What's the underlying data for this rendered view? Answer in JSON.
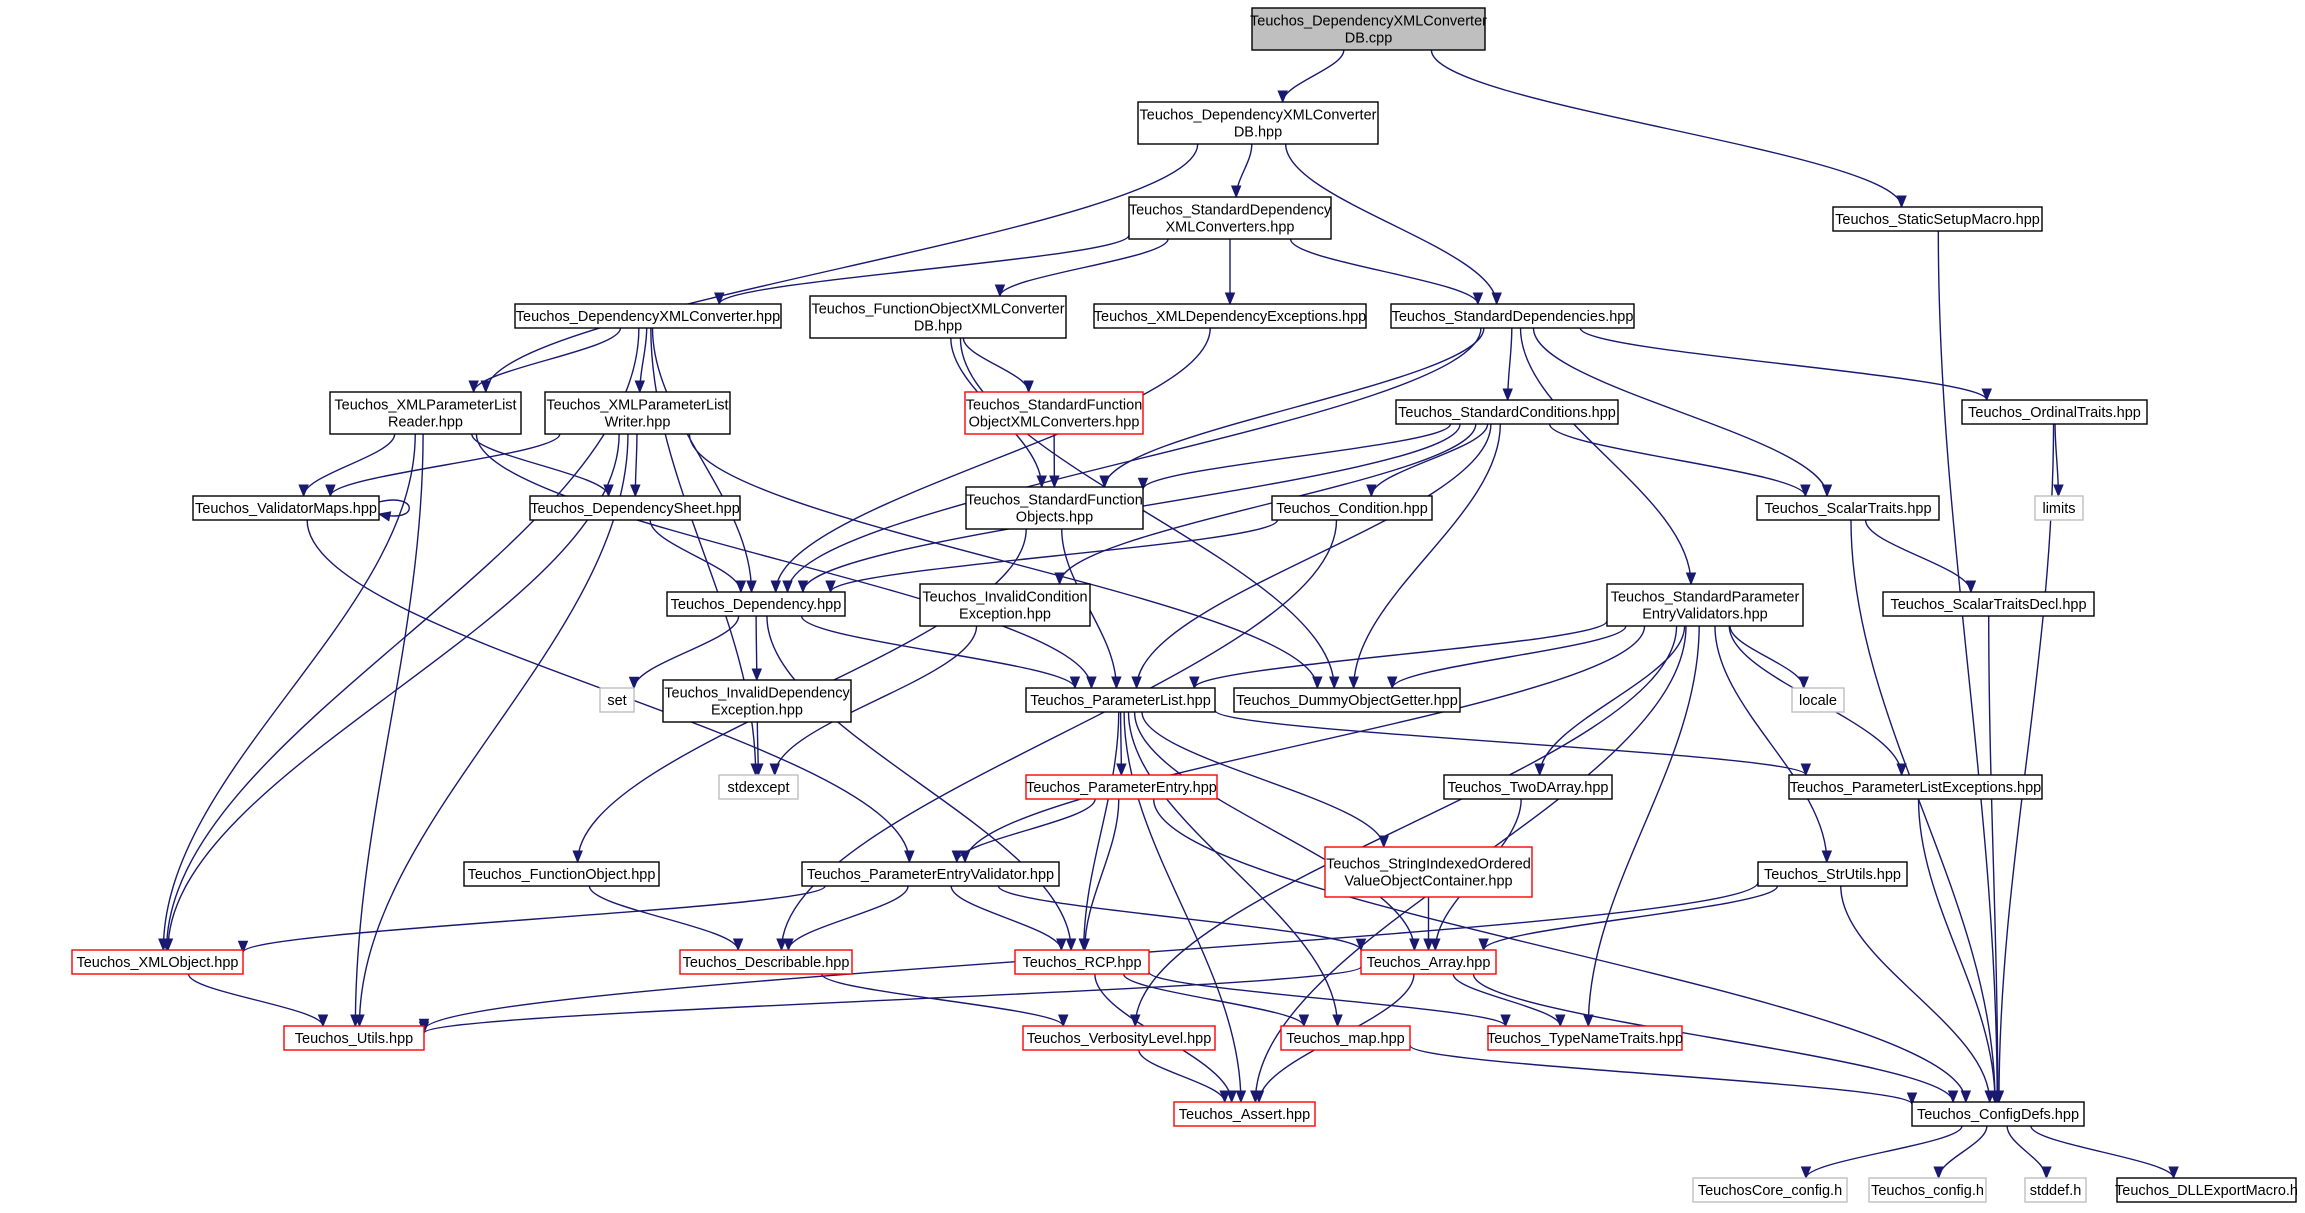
{
  "colors": {
    "edge": "#191970",
    "root_fill": "#bfbfbf",
    "default_border": "#000000",
    "missing_doc_border": "#ff0000",
    "system_border": "#bfbfbf",
    "system_text": "#555555"
  },
  "nodes": [
    {
      "id": "converterDB_cpp",
      "lines": [
        "Teuchos_DependencyXMLConverter",
        "DB.cpp"
      ],
      "style": "root"
    },
    {
      "id": "converterDB_hpp",
      "lines": [
        "Teuchos_DependencyXMLConverter",
        "DB.hpp"
      ],
      "style": "default"
    },
    {
      "id": "staticSetupMacro",
      "lines": [
        "Teuchos_StaticSetupMacro.hpp"
      ],
      "style": "default"
    },
    {
      "id": "stdDepXMLConverters",
      "lines": [
        "Teuchos_StandardDependency",
        "XMLConverters.hpp"
      ],
      "style": "default"
    },
    {
      "id": "depXMLConverter",
      "lines": [
        "Teuchos_DependencyXMLConverter.hpp"
      ],
      "style": "default"
    },
    {
      "id": "funcObjXMLConverterDB",
      "lines": [
        "Teuchos_FunctionObjectXMLConverter",
        "DB.hpp"
      ],
      "style": "default"
    },
    {
      "id": "xmlDepExceptions",
      "lines": [
        "Teuchos_XMLDependencyExceptions.hpp"
      ],
      "style": "default"
    },
    {
      "id": "stdDependencies",
      "lines": [
        "Teuchos_StandardDependencies.hpp"
      ],
      "style": "default"
    },
    {
      "id": "xmlParamListReader",
      "lines": [
        "Teuchos_XMLParameterList",
        "Reader.hpp"
      ],
      "style": "default"
    },
    {
      "id": "xmlParamListWriter",
      "lines": [
        "Teuchos_XMLParameterList",
        "Writer.hpp"
      ],
      "style": "default"
    },
    {
      "id": "stdFuncObjXMLConverters",
      "lines": [
        "Teuchos_StandardFunction",
        "ObjectXMLConverters.hpp"
      ],
      "style": "red"
    },
    {
      "id": "stdConditions",
      "lines": [
        "Teuchos_StandardConditions.hpp"
      ],
      "style": "default"
    },
    {
      "id": "ordinalTraits",
      "lines": [
        "Teuchos_OrdinalTraits.hpp"
      ],
      "style": "default"
    },
    {
      "id": "validatorMaps",
      "lines": [
        "Teuchos_ValidatorMaps.hpp"
      ],
      "style": "default"
    },
    {
      "id": "dependencySheet",
      "lines": [
        "Teuchos_DependencySheet.hpp"
      ],
      "style": "default"
    },
    {
      "id": "stdFuncObjects",
      "lines": [
        "Teuchos_StandardFunction",
        "Objects.hpp"
      ],
      "style": "default"
    },
    {
      "id": "condition",
      "lines": [
        "Teuchos_Condition.hpp"
      ],
      "style": "default"
    },
    {
      "id": "scalarTraits",
      "lines": [
        "Teuchos_ScalarTraits.hpp"
      ],
      "style": "default"
    },
    {
      "id": "limits",
      "lines": [
        "limits"
      ],
      "style": "system"
    },
    {
      "id": "dependency",
      "lines": [
        "Teuchos_Dependency.hpp"
      ],
      "style": "default"
    },
    {
      "id": "invalidConditionException",
      "lines": [
        "Teuchos_InvalidCondition",
        "Exception.hpp"
      ],
      "style": "default"
    },
    {
      "id": "stdParamEntryValidators",
      "lines": [
        "Teuchos_StandardParameter",
        "EntryValidators.hpp"
      ],
      "style": "default"
    },
    {
      "id": "scalarTraitsDecl",
      "lines": [
        "Teuchos_ScalarTraitsDecl.hpp"
      ],
      "style": "default"
    },
    {
      "id": "set",
      "lines": [
        "set"
      ],
      "style": "system"
    },
    {
      "id": "invalidDependencyException",
      "lines": [
        "Teuchos_InvalidDependency",
        "Exception.hpp"
      ],
      "style": "default"
    },
    {
      "id": "parameterList",
      "lines": [
        "Teuchos_ParameterList.hpp"
      ],
      "style": "default"
    },
    {
      "id": "dummyObjectGetter",
      "lines": [
        "Teuchos_DummyObjectGetter.hpp"
      ],
      "style": "default"
    },
    {
      "id": "locale",
      "lines": [
        "locale"
      ],
      "style": "system"
    },
    {
      "id": "stdexcept",
      "lines": [
        "stdexcept"
      ],
      "style": "system"
    },
    {
      "id": "parameterEntry",
      "lines": [
        "Teuchos_ParameterEntry.hpp"
      ],
      "style": "red"
    },
    {
      "id": "twoDArray",
      "lines": [
        "Teuchos_TwoDArray.hpp"
      ],
      "style": "default"
    },
    {
      "id": "paramListExceptions",
      "lines": [
        "Teuchos_ParameterListExceptions.hpp"
      ],
      "style": "default"
    },
    {
      "id": "stringIndexedOrdered",
      "lines": [
        "Teuchos_StringIndexedOrdered",
        "ValueObjectContainer.hpp"
      ],
      "style": "red"
    },
    {
      "id": "functionObject",
      "lines": [
        "Teuchos_FunctionObject.hpp"
      ],
      "style": "default"
    },
    {
      "id": "paramEntryValidator",
      "lines": [
        "Teuchos_ParameterEntryValidator.hpp"
      ],
      "style": "default"
    },
    {
      "id": "strUtils",
      "lines": [
        "Teuchos_StrUtils.hpp"
      ],
      "style": "default"
    },
    {
      "id": "xmlObject",
      "lines": [
        "Teuchos_XMLObject.hpp"
      ],
      "style": "red"
    },
    {
      "id": "describable",
      "lines": [
        "Teuchos_Describable.hpp"
      ],
      "style": "red"
    },
    {
      "id": "rcp",
      "lines": [
        "Teuchos_RCP.hpp"
      ],
      "style": "red"
    },
    {
      "id": "array",
      "lines": [
        "Teuchos_Array.hpp"
      ],
      "style": "red"
    },
    {
      "id": "utils",
      "lines": [
        "Teuchos_Utils.hpp"
      ],
      "style": "red"
    },
    {
      "id": "verbosityLevel",
      "lines": [
        "Teuchos_VerbosityLevel.hpp"
      ],
      "style": "red"
    },
    {
      "id": "map",
      "lines": [
        "Teuchos_map.hpp"
      ],
      "style": "red"
    },
    {
      "id": "typeNameTraits",
      "lines": [
        "Teuchos_TypeNameTraits.hpp"
      ],
      "style": "red"
    },
    {
      "id": "assert",
      "lines": [
        "Teuchos_Assert.hpp"
      ],
      "style": "red"
    },
    {
      "id": "configDefs",
      "lines": [
        "Teuchos_ConfigDefs.hpp"
      ],
      "style": "default"
    },
    {
      "id": "teuchosCoreConfig",
      "lines": [
        "TeuchosCore_config.h"
      ],
      "style": "system"
    },
    {
      "id": "teuchosConfig",
      "lines": [
        "Teuchos_config.h"
      ],
      "style": "system"
    },
    {
      "id": "stddef",
      "lines": [
        "stddef.h"
      ],
      "style": "system"
    },
    {
      "id": "dllExportMacro",
      "lines": [
        "Teuchos_DLLExportMacro.h"
      ],
      "style": "default"
    }
  ],
  "edges": [
    [
      "converterDB_cpp",
      "converterDB_hpp"
    ],
    [
      "converterDB_cpp",
      "staticSetupMacro"
    ],
    [
      "converterDB_hpp",
      "stdDepXMLConverters"
    ],
    [
      "converterDB_hpp",
      "xmlParamListReader"
    ],
    [
      "converterDB_hpp",
      "stdDependencies"
    ],
    [
      "staticSetupMacro",
      "configDefs"
    ],
    [
      "stdDepXMLConverters",
      "depXMLConverter"
    ],
    [
      "stdDepXMLConverters",
      "funcObjXMLConverterDB"
    ],
    [
      "stdDepXMLConverters",
      "xmlDepExceptions"
    ],
    [
      "stdDepXMLConverters",
      "stdDependencies"
    ],
    [
      "depXMLConverter",
      "xmlParamListReader"
    ],
    [
      "depXMLConverter",
      "xmlParamListWriter"
    ],
    [
      "depXMLConverter",
      "dependency"
    ],
    [
      "depXMLConverter",
      "xmlObject"
    ],
    [
      "depXMLConverter",
      "stdexcept"
    ],
    [
      "funcObjXMLConverterDB",
      "stdFuncObjXMLConverters"
    ],
    [
      "funcObjXMLConverterDB",
      "stdFuncObjects"
    ],
    [
      "funcObjXMLConverterDB",
      "dummyObjectGetter"
    ],
    [
      "xmlDepExceptions",
      "dependency"
    ],
    [
      "stdDependencies",
      "stdConditions"
    ],
    [
      "stdDependencies",
      "stdFuncObjects"
    ],
    [
      "stdDependencies",
      "dependency"
    ],
    [
      "stdDependencies",
      "scalarTraits"
    ],
    [
      "stdDependencies",
      "ordinalTraits"
    ],
    [
      "stdDependencies",
      "stdParamEntryValidators"
    ],
    [
      "xmlParamListReader",
      "validatorMaps"
    ],
    [
      "xmlParamListReader",
      "dependencySheet"
    ],
    [
      "xmlParamListReader",
      "xmlObject"
    ],
    [
      "xmlParamListReader",
      "parameterList"
    ],
    [
      "xmlParamListReader",
      "utils"
    ],
    [
      "xmlParamListWriter",
      "validatorMaps"
    ],
    [
      "xmlParamListWriter",
      "dependencySheet"
    ],
    [
      "xmlParamListWriter",
      "xmlObject"
    ],
    [
      "xmlParamListWriter",
      "utils"
    ],
    [
      "xmlParamListWriter",
      "dummyObjectGetter"
    ],
    [
      "stdFuncObjXMLConverters",
      "stdFuncObjects"
    ],
    [
      "stdConditions",
      "stdFuncObjects"
    ],
    [
      "stdConditions",
      "condition"
    ],
    [
      "stdConditions",
      "scalarTraits"
    ],
    [
      "stdConditions",
      "invalidConditionException"
    ],
    [
      "stdConditions",
      "dependency"
    ],
    [
      "stdConditions",
      "parameterList"
    ],
    [
      "stdConditions",
      "dummyObjectGetter"
    ],
    [
      "ordinalTraits",
      "limits"
    ],
    [
      "ordinalTraits",
      "configDefs"
    ],
    [
      "validatorMaps",
      "validatorMaps"
    ],
    [
      "validatorMaps",
      "paramEntryValidator"
    ],
    [
      "dependencySheet",
      "dependency"
    ],
    [
      "stdFuncObjects",
      "functionObject"
    ],
    [
      "stdFuncObjects",
      "parameterList"
    ],
    [
      "condition",
      "dependency"
    ],
    [
      "condition",
      "describable"
    ],
    [
      "scalarTraits",
      "scalarTraitsDecl"
    ],
    [
      "scalarTraits",
      "configDefs"
    ],
    [
      "dependency",
      "set"
    ],
    [
      "dependency",
      "invalidDependencyException"
    ],
    [
      "dependency",
      "parameterList"
    ],
    [
      "dependency",
      "rcp"
    ],
    [
      "invalidConditionException",
      "stdexcept"
    ],
    [
      "invalidDependencyException",
      "stdexcept"
    ],
    [
      "stdParamEntryValidators",
      "parameterList"
    ],
    [
      "stdParamEntryValidators",
      "dummyObjectGetter"
    ],
    [
      "stdParamEntryValidators",
      "locale"
    ],
    [
      "stdParamEntryValidators",
      "paramListExceptions"
    ],
    [
      "stdParamEntryValidators",
      "twoDArray"
    ],
    [
      "stdParamEntryValidators",
      "strUtils"
    ],
    [
      "stdParamEntryValidators",
      "typeNameTraits"
    ],
    [
      "stdParamEntryValidators",
      "verbosityLevel"
    ],
    [
      "stdParamEntryValidators",
      "paramEntryValidator"
    ],
    [
      "stdParamEntryValidators",
      "assert"
    ],
    [
      "scalarTraitsDecl",
      "configDefs"
    ],
    [
      "parameterList",
      "parameterEntry"
    ],
    [
      "parameterList",
      "stringIndexedOrdered"
    ],
    [
      "parameterList",
      "paramListExceptions"
    ],
    [
      "parameterList",
      "rcp"
    ],
    [
      "parameterList",
      "array"
    ],
    [
      "parameterList",
      "map"
    ],
    [
      "parameterList",
      "assert"
    ],
    [
      "parameterEntry",
      "paramEntryValidator"
    ],
    [
      "parameterEntry",
      "rcp"
    ],
    [
      "parameterEntry",
      "configDefs"
    ],
    [
      "twoDArray",
      "array"
    ],
    [
      "paramListExceptions",
      "configDefs"
    ],
    [
      "stringIndexedOrdered",
      "array"
    ],
    [
      "functionObject",
      "describable"
    ],
    [
      "paramEntryValidator",
      "xmlObject"
    ],
    [
      "paramEntryValidator",
      "describable"
    ],
    [
      "paramEntryValidator",
      "rcp"
    ],
    [
      "paramEntryValidator",
      "array"
    ],
    [
      "strUtils",
      "array"
    ],
    [
      "strUtils",
      "utils"
    ],
    [
      "strUtils",
      "configDefs"
    ],
    [
      "xmlObject",
      "utils"
    ],
    [
      "describable",
      "verbosityLevel"
    ],
    [
      "rcp",
      "map"
    ],
    [
      "rcp",
      "typeNameTraits"
    ],
    [
      "rcp",
      "assert"
    ],
    [
      "array",
      "utils"
    ],
    [
      "array",
      "typeNameTraits"
    ],
    [
      "array",
      "assert"
    ],
    [
      "array",
      "configDefs"
    ],
    [
      "verbosityLevel",
      "assert"
    ],
    [
      "map",
      "configDefs"
    ],
    [
      "configDefs",
      "teuchosCoreConfig"
    ],
    [
      "configDefs",
      "teuchosConfig"
    ],
    [
      "configDefs",
      "stddef"
    ],
    [
      "configDefs",
      "dllExportMacro"
    ]
  ]
}
